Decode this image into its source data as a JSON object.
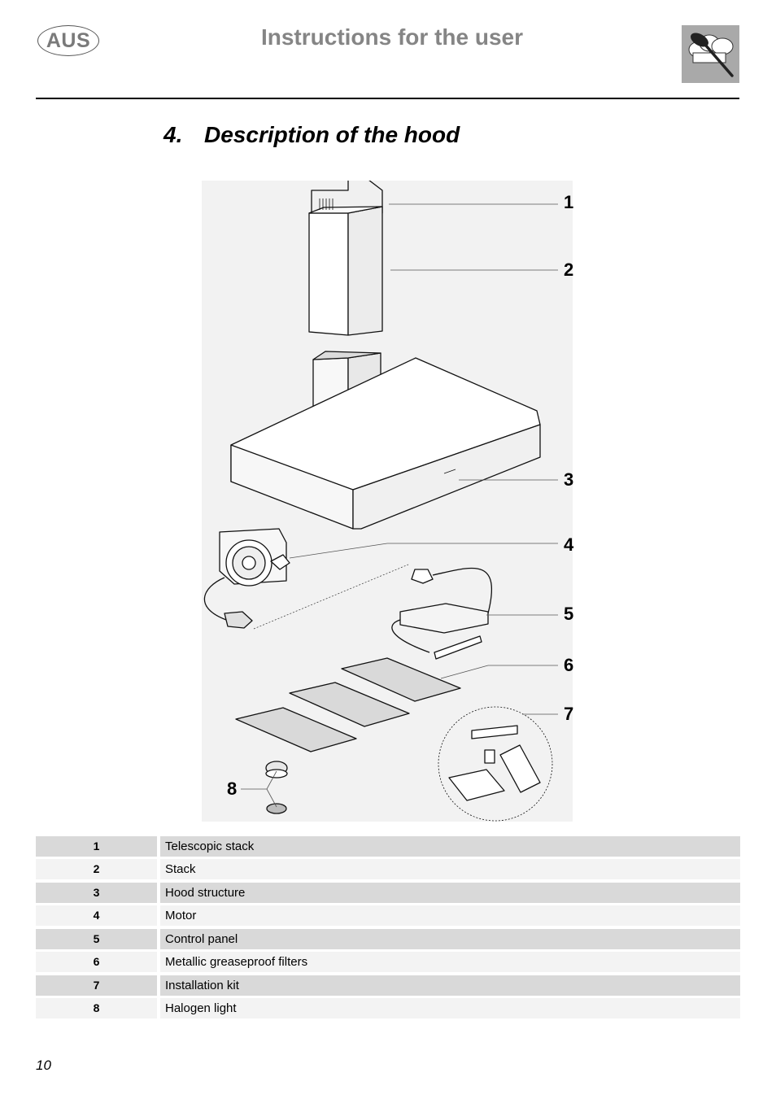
{
  "header": {
    "badge": "AUS",
    "title": "Instructions for the user",
    "logo_icon": "chef-hat-spoon-icon"
  },
  "section": {
    "number": "4.",
    "title": "Description of the hood"
  },
  "figure": {
    "callouts": [
      "1",
      "2",
      "3",
      "4",
      "5",
      "6",
      "7",
      "8"
    ]
  },
  "parts": [
    {
      "num": "1",
      "label": "Telescopic stack"
    },
    {
      "num": "2",
      "label": "Stack"
    },
    {
      "num": "3",
      "label": "Hood structure"
    },
    {
      "num": "4",
      "label": "Motor"
    },
    {
      "num": "5",
      "label": "Control panel"
    },
    {
      "num": "6",
      "label": "Metallic greaseproof filters"
    },
    {
      "num": "7",
      "label": "Installation kit"
    },
    {
      "num": "8",
      "label": "Halogen light"
    }
  ],
  "footer": {
    "page_number": "10"
  }
}
